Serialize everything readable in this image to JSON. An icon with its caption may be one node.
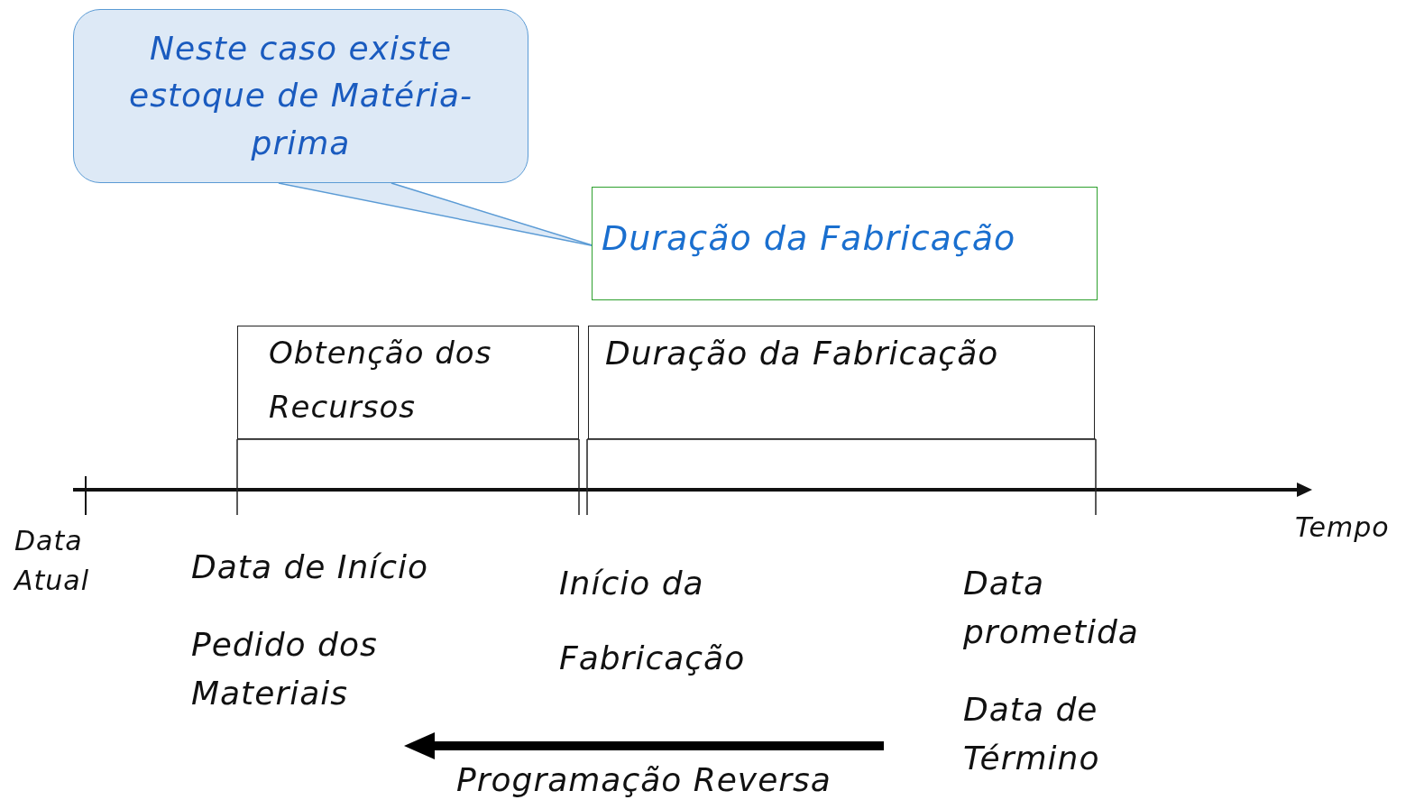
{
  "diagram": {
    "nodes": [
      {
        "text": [
          "Neste caso existe estoque de Matéria-prima"
        ]
      },
      {
        "text": [
          "Duração da Fabricação"
        ]
      },
      {
        "text": [
          "Obtenção dos Recursos"
        ]
      },
      {
        "text": [
          "Duração da Fabricação"
        ]
      }
    ],
    "edges": [
      {
        "from": 0,
        "to": 1,
        "arrow": "none"
      }
    ],
    "labels": [
      "Tempo",
      "Data Atual",
      "Data de Início",
      "Pedido dos Materiais",
      "Início da Fabricação",
      "Data prometida",
      "Data de Término",
      "Programação Reversa"
    ]
  }
}
